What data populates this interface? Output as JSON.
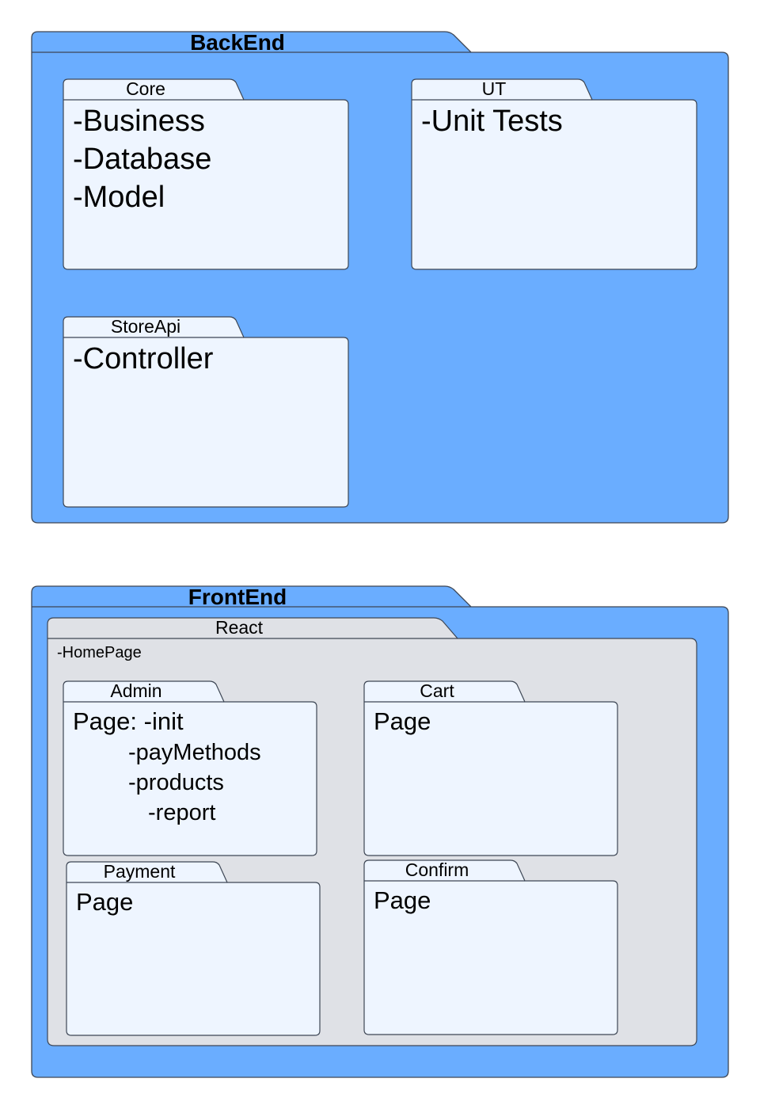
{
  "backend": {
    "title": "BackEnd",
    "core": {
      "title": "Core",
      "items": [
        "-Business",
        "-Database",
        "-Model"
      ]
    },
    "ut": {
      "title": "UT",
      "items": [
        "-Unit Tests"
      ]
    },
    "storeapi": {
      "title": "StoreApi",
      "items": [
        "-Controller"
      ]
    }
  },
  "frontend": {
    "title": "FrontEnd",
    "react": {
      "title": "React",
      "note": "-HomePage",
      "admin": {
        "title": "Admin",
        "lines": [
          "Page: -init",
          "-payMethods",
          "-products",
          "-report"
        ]
      },
      "cart": {
        "title": "Cart",
        "text": "Page"
      },
      "payment": {
        "title": "Payment",
        "text": "Page"
      },
      "confirm": {
        "title": "Confirm",
        "text": "Page"
      }
    }
  },
  "colors": {
    "outer_fill": "#6aadff",
    "inner_fill": "#eef5ff",
    "react_fill": "#dfe1e6",
    "stroke": "#3d4654"
  }
}
